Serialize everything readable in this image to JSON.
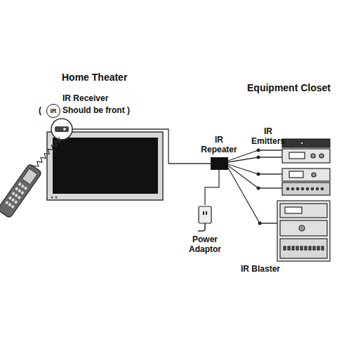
{
  "diagram": {
    "nodes": [
      {
        "text": [
          "IR"
        ]
      },
      {
        "text": [
          "IR Repeater"
        ]
      },
      {
        "text": [
          "Power Adaptor"
        ]
      }
    ],
    "edges": [
      {
        "from": 2,
        "to": 1,
        "arrow": "none"
      }
    ],
    "labels": [
      "Home Theater",
      "Equipment Closet",
      "IR Receiver",
      "(",
      "Should be front )",
      "IR Emitters",
      "IR Blaster"
    ]
  }
}
